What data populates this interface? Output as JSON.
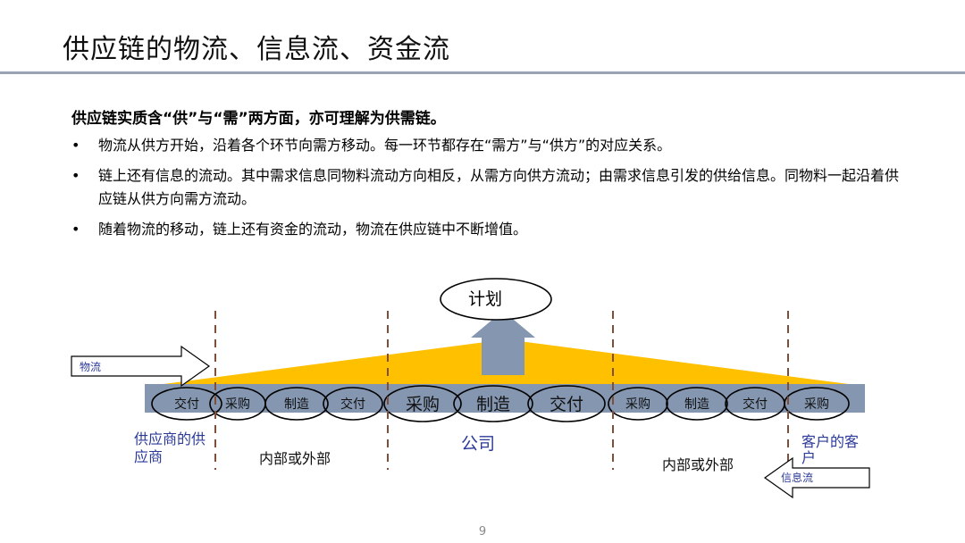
{
  "slide": {
    "title": "供应链的物流、信息流、资金流",
    "lead": "供应链实质含“供”与“需”两方面，亦可理解为供需链。",
    "bullets": [
      "物流从供方开始，沿着各个环节向需方移动。每一环节都存在“需方”与“供方”的对应关系。",
      "链上还有信息的流动。其中需求信息同物料流动方向相反，从需方向供方流动；由需求信息引发的供给信息。同物料一起沿着供应链从供方向需方流动。",
      "随着物流的移动，链上还有资金的流动，物流在供应链中不断增值。"
    ],
    "bullet_symbol": "•",
    "page_number": "9"
  },
  "diagram": {
    "plan_label": "计划",
    "logistics_label": "物流",
    "info_flow_label": "信息流",
    "nodes": [
      "交付",
      "采购",
      "制造",
      "交付",
      "采购",
      "制造",
      "交付",
      "采购",
      "制造",
      "交付",
      "采购"
    ],
    "segment_labels": {
      "supplier": "供应商的供应商",
      "internal_external_left": "内部或外部",
      "company": "公司",
      "internal_external_right": "内部或外部",
      "customer": "客户的客户"
    },
    "colors": {
      "band": "#8496b0",
      "triangle": "#ffc000",
      "plan_arrow": "#8496b0",
      "segment_text": "#2b3a99",
      "divider": "#7f4f3a",
      "title_rule": "#9aa3b6"
    }
  }
}
